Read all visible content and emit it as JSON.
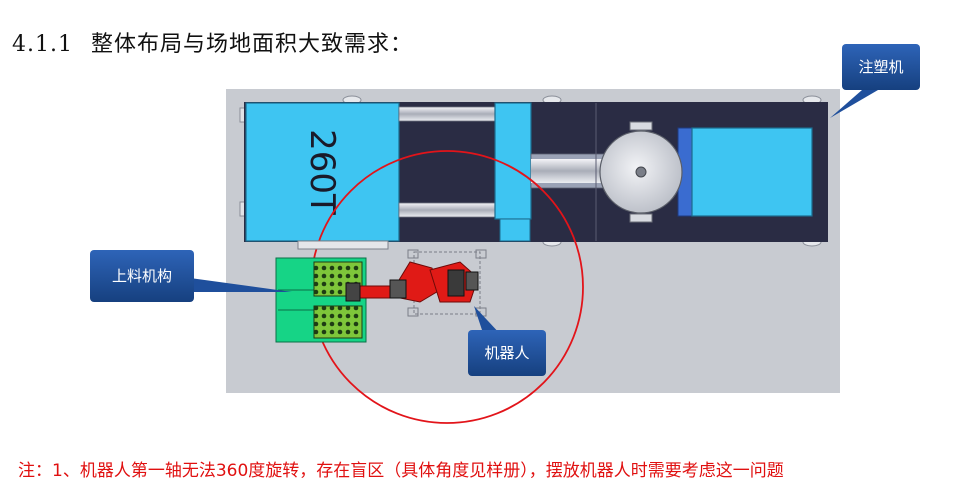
{
  "heading": {
    "number": "4.1.1",
    "title": "整体布局与场地面积大致需求："
  },
  "callouts": {
    "injection_machine": "注塑机",
    "feeding_mechanism": "上料机构",
    "robot": "机器人"
  },
  "machine_label": "260T",
  "note": "注：1、机器人第一轴无法360度旋转，存在盲区（具体角度见样册），摆放机器人时需要考虑这一问题",
  "colors": {
    "floor": "#c8cbd1",
    "machine_blue": "#3ec5f2",
    "machine_dark": "#2a2c44",
    "feeder_green": "#16d486",
    "robot_red": "#e01a16",
    "callout_blue": "#1f4f9c",
    "note_red": "#e01010"
  }
}
